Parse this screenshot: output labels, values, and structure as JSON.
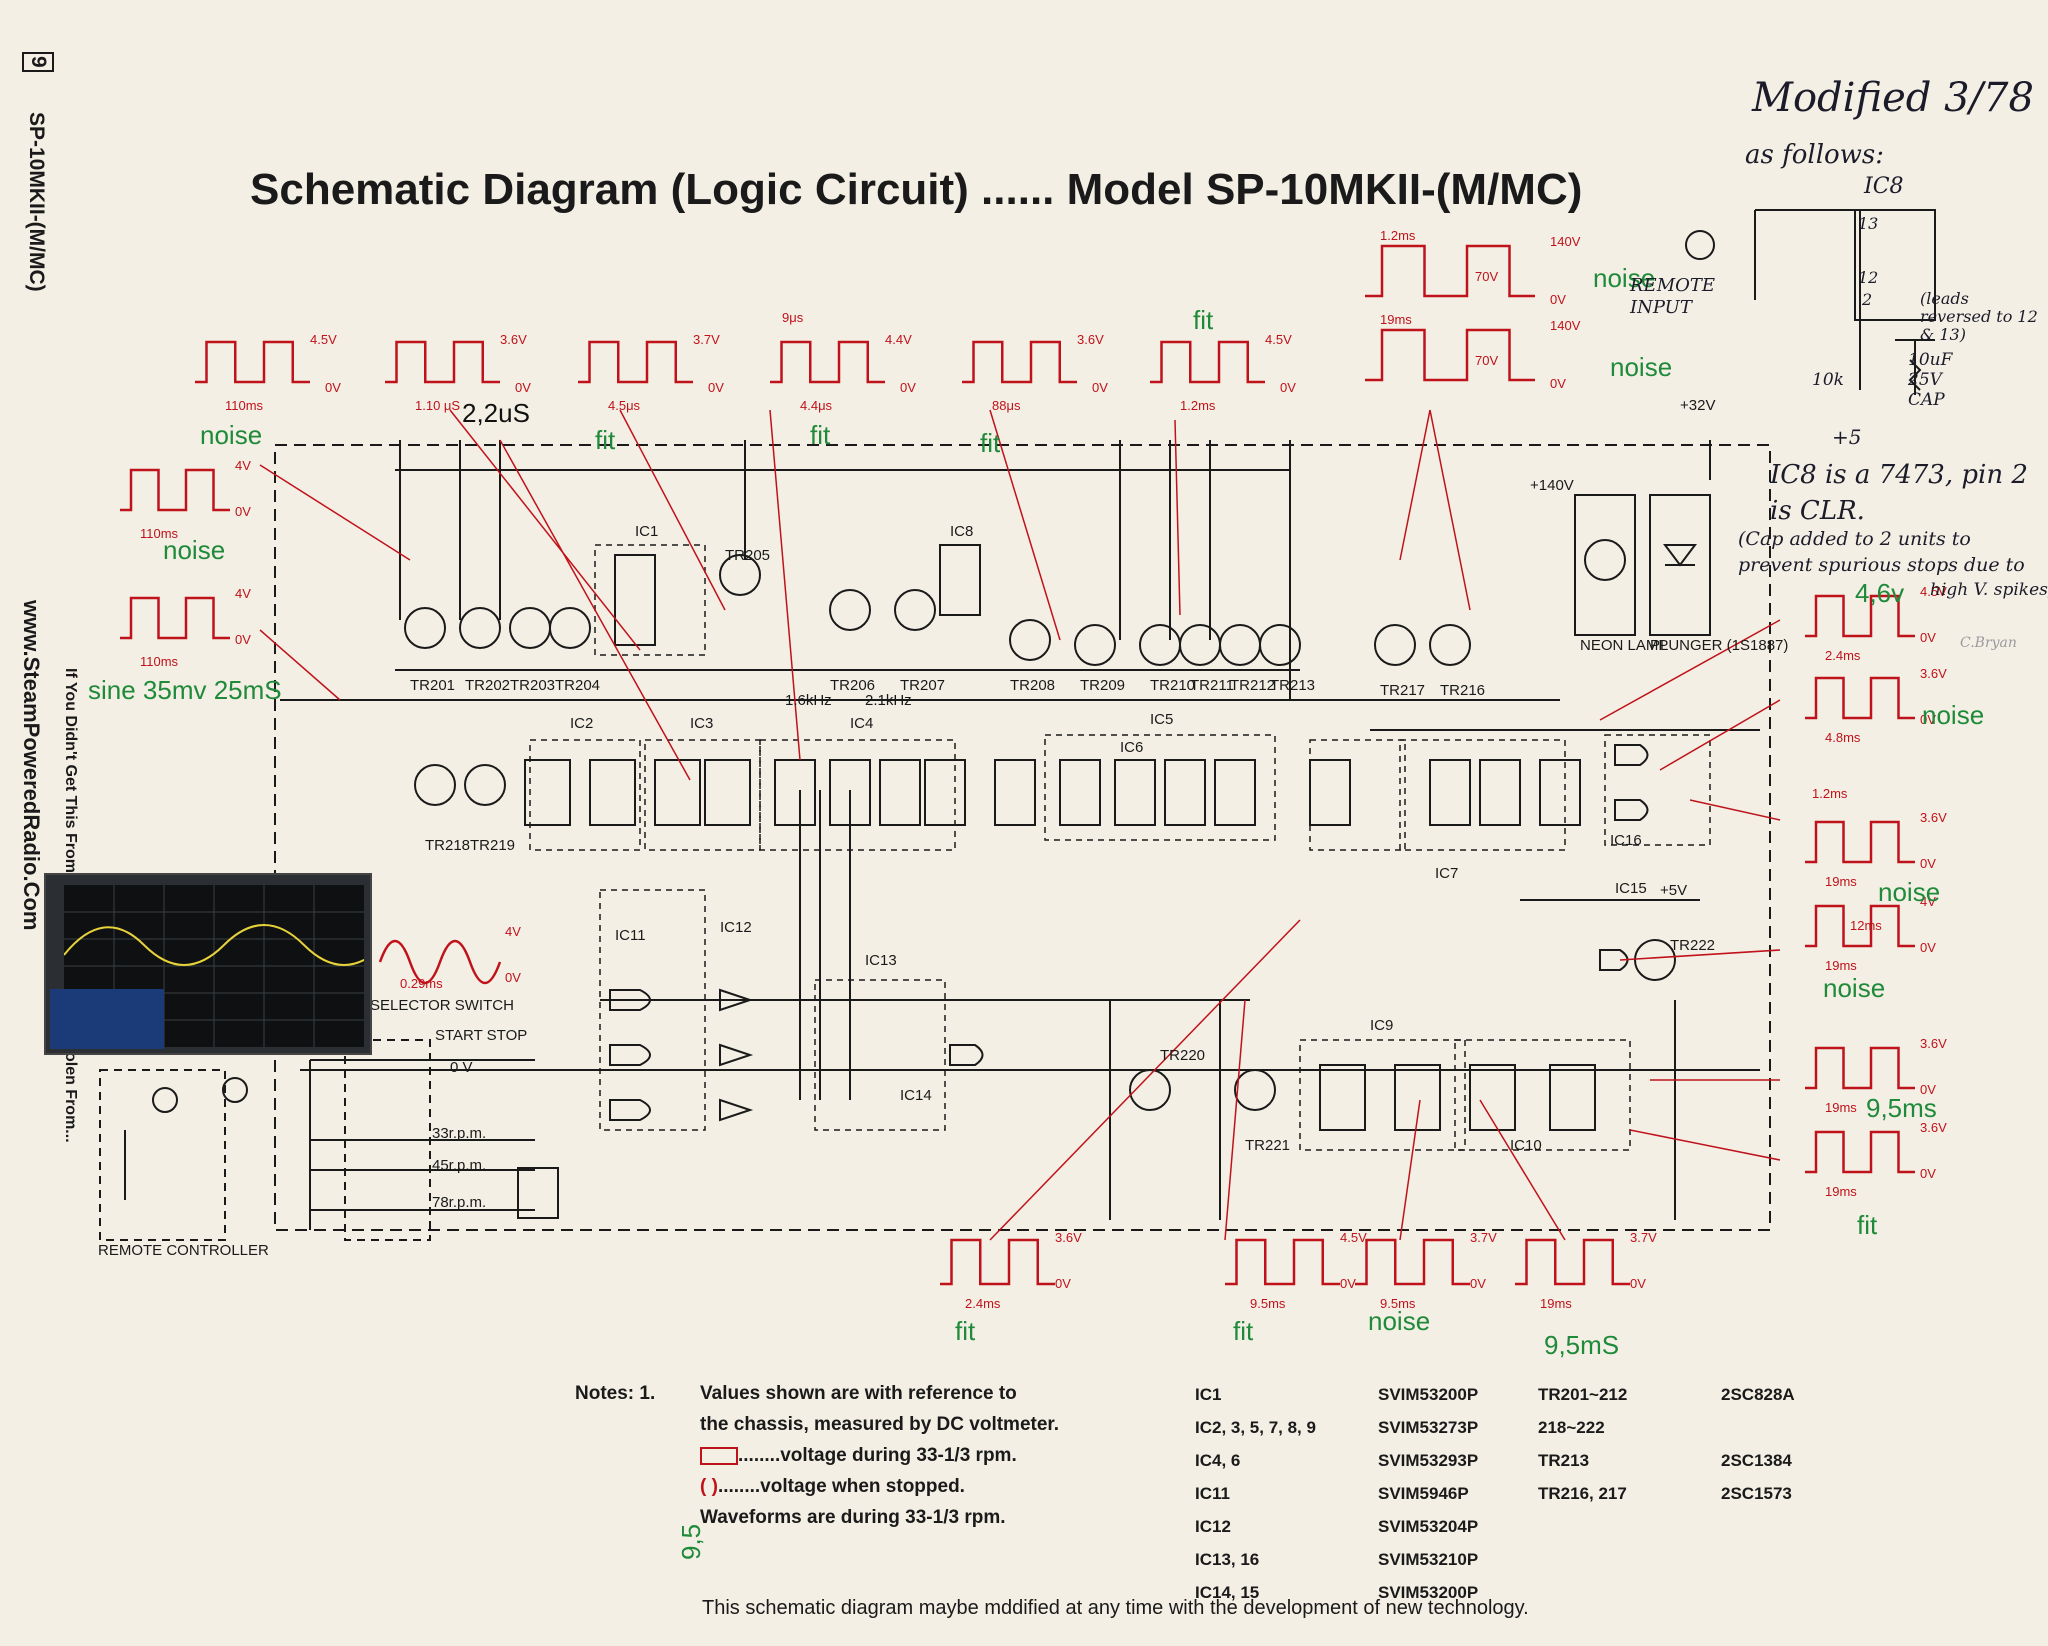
{
  "title": "Schematic Diagram (Logic Circuit) ...... Model SP-10MKII-(M/MC)",
  "side": {
    "page_number": "9",
    "model": "SP-10MKII-(M/MC)",
    "url": "www.SteamPoweredRadio.Com",
    "warning": "If You Didn't Get This From My Site, Then It Was Stolen From..."
  },
  "waveforms": {
    "top_row": [
      {
        "period": "110ms",
        "volt": "4.5V",
        "zero": "0V"
      },
      {
        "period": "1.10 μS",
        "volt": "3.6V",
        "zero": "0V"
      },
      {
        "period": "4.5μs",
        "volt": "3.7V",
        "zero": "0V"
      },
      {
        "period": "4.4μs",
        "volt": "4.4V",
        "zero": "0V",
        "pulse": "9μs"
      },
      {
        "period": "88μs",
        "volt": "3.6V",
        "zero": "0V"
      },
      {
        "period": "1.2ms",
        "volt": "4.5V",
        "zero": "0V"
      }
    ],
    "top_right": [
      {
        "period": "1.2ms",
        "volt": "140V",
        "mid": "70V",
        "zero": "0V"
      },
      {
        "period": "19ms",
        "volt": "140V",
        "mid": "70V",
        "zero": "0V"
      }
    ],
    "left": [
      {
        "period": "110ms",
        "volt": "4V",
        "zero": "0V"
      },
      {
        "period": "110ms",
        "volt": "4V",
        "zero": "0V"
      }
    ],
    "right": [
      {
        "period": "2.4ms",
        "volt": "4.5V",
        "zero": "0V"
      },
      {
        "period": "4.8ms",
        "volt": "3.6V",
        "zero": "0V"
      },
      {
        "period": "19ms",
        "volt": "3.6V",
        "zero": "0V",
        "pulse": "1.2ms"
      },
      {
        "period": "19ms",
        "volt": "4V",
        "zero": "0V",
        "pulse": "12ms"
      },
      {
        "period": "19ms",
        "volt": "3.6V",
        "zero": "0V"
      },
      {
        "period": "19ms",
        "volt": "3.6V",
        "zero": "0V"
      }
    ],
    "bottom": [
      {
        "period": "2.4ms",
        "volt": "3.6V",
        "zero": "0V"
      },
      {
        "period": "9.5ms",
        "volt": "4.5V",
        "zero": "0V"
      },
      {
        "period": "9.5ms",
        "volt": "3.7V",
        "zero": "0V"
      },
      {
        "period": "19ms",
        "volt": "3.7V",
        "zero": "0V"
      }
    ],
    "selector": {
      "period": "0.29ms",
      "volt": "4V",
      "zero": "0V"
    }
  },
  "schematic_labels": {
    "ics": [
      "IC1",
      "IC2",
      "IC3",
      "IC4",
      "IC5",
      "IC6",
      "IC7",
      "IC8",
      "IC9",
      "IC10",
      "IC11",
      "IC12",
      "IC13",
      "IC14",
      "IC15",
      "IC16"
    ],
    "transistors": [
      "TR201",
      "TR202",
      "TR203",
      "TR204",
      "TR205",
      "TR206",
      "TR207",
      "TR208",
      "TR209",
      "TR210",
      "TR211",
      "TR212",
      "TR213",
      "TR216",
      "TR217",
      "TR218",
      "TR219",
      "TR220",
      "TR221",
      "TR222"
    ],
    "neon_lamp": "NEON LAMP",
    "plunger": "PLUNGER (1S1887)",
    "selector_switch": "SELECTOR SWITCH",
    "remote_controller": "REMOTE CONTROLLER",
    "start_stop": "START STOP",
    "start_stop_volt": "0 V",
    "speeds": [
      "33r.p.m.",
      "45r.p.m.",
      "78r.p.m."
    ],
    "supply_32": "+32V",
    "supply_140": "+140V",
    "supply_5": "+5V",
    "freq_notes": [
      "1.6kHz",
      "2.1kHz"
    ]
  },
  "annotations": [
    {
      "text": "noise"
    },
    {
      "text": "2,2uS"
    },
    {
      "text": "fit"
    },
    {
      "text": "fit"
    },
    {
      "text": "fit"
    },
    {
      "text": "fit"
    },
    {
      "text": "noise"
    },
    {
      "text": "noise"
    },
    {
      "text": "noise"
    },
    {
      "text": "sine 35mv 25mS"
    },
    {
      "text": "4,6v"
    },
    {
      "text": "noise"
    },
    {
      "text": "noise"
    },
    {
      "text": "noise"
    },
    {
      "text": "9,5ms"
    },
    {
      "text": "fit"
    },
    {
      "text": "fit"
    },
    {
      "text": "fit"
    },
    {
      "text": "noise"
    },
    {
      "text": "9,5mS"
    },
    {
      "text": "9,5"
    }
  ],
  "handwritten": {
    "modified": "Modified 3/78",
    "as_follows": "as follows:",
    "ic8": "IC8",
    "leads": "(leads reversed to 12 & 13)",
    "remote_input": "REMOTE INPUT",
    "cap": "10uF 25V CAP",
    "r10k": "10k",
    "plus5": "+5",
    "pin13": "13",
    "pin12": "12",
    "pin2": "2",
    "note1": "IC8 is a 7473, pin 2",
    "note2": "is CLR.",
    "note3": "(Cap added to 2 units to",
    "note4": "prevent spurious stops due to",
    "note5": "high V. spikes)",
    "initials": "C.Bryan"
  },
  "notes": {
    "heading": "Notes: 1.",
    "line1": "Values shown are with reference to",
    "line2": "the chassis, measured by DC voltmeter.",
    "line3": "........voltage during 33-1/3 rpm.",
    "line4": "........voltage when stopped.",
    "line5": "Waveforms are during 33-1/3 rpm.",
    "paren_symbol": "(   )"
  },
  "parts_table": [
    {
      "ic": "IC1",
      "part": "SVIM53200P",
      "tr": "TR201~212",
      "tr_part": "2SC828A"
    },
    {
      "ic": "IC2, 3, 5, 7, 8, 9",
      "part": "SVIM53273P",
      "tr": "218~222",
      "tr_part": ""
    },
    {
      "ic": "IC4, 6",
      "part": "SVIM53293P",
      "tr": "TR213",
      "tr_part": "2SC1384"
    },
    {
      "ic": "IC11",
      "part": "SVIM5946P",
      "tr": "TR216, 217",
      "tr_part": "2SC1573"
    },
    {
      "ic": "IC12",
      "part": "SVIM53204P",
      "tr": "",
      "tr_part": ""
    },
    {
      "ic": "IC13, 16",
      "part": "SVIM53210P",
      "tr": "",
      "tr_part": ""
    },
    {
      "ic": "IC14, 15",
      "part": "SVIM53200P",
      "tr": "",
      "tr_part": ""
    }
  ],
  "footer": "This schematic diagram maybe mddified at any time with the development of new technology.",
  "colors": {
    "waveform": "#c0121b",
    "annotation": "#1f8a3a",
    "ink": "#1a1a1a",
    "paper": "#f3efe4"
  }
}
